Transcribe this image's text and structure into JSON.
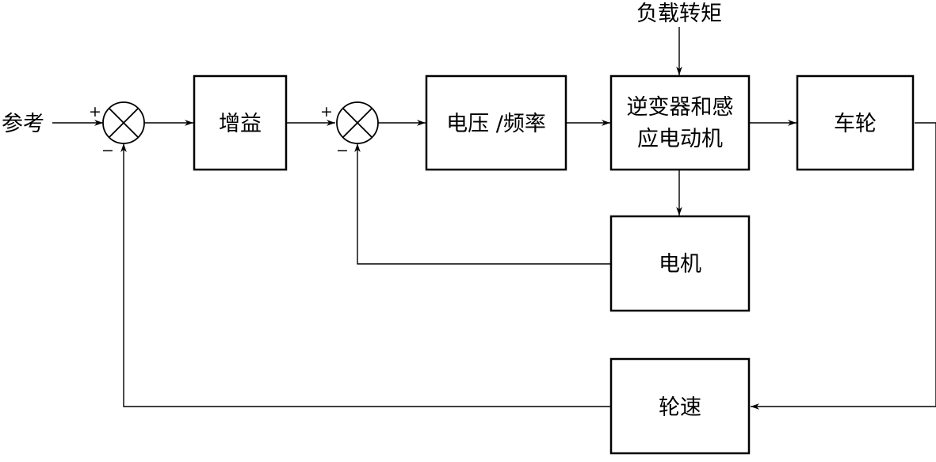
{
  "inputs": {
    "reference": "参考",
    "load_torque": "负载转矩"
  },
  "blocks": {
    "gain": "增益",
    "vf": "电压 /频率",
    "inverter_line1": "逆变器和感",
    "inverter_line2": "应电动机",
    "wheel": "车轮",
    "motor": "电机",
    "wheel_speed": "轮速"
  },
  "signs": {
    "outer_plus": "+",
    "outer_minus": "−",
    "inner_plus": "+",
    "inner_minus": "−"
  }
}
